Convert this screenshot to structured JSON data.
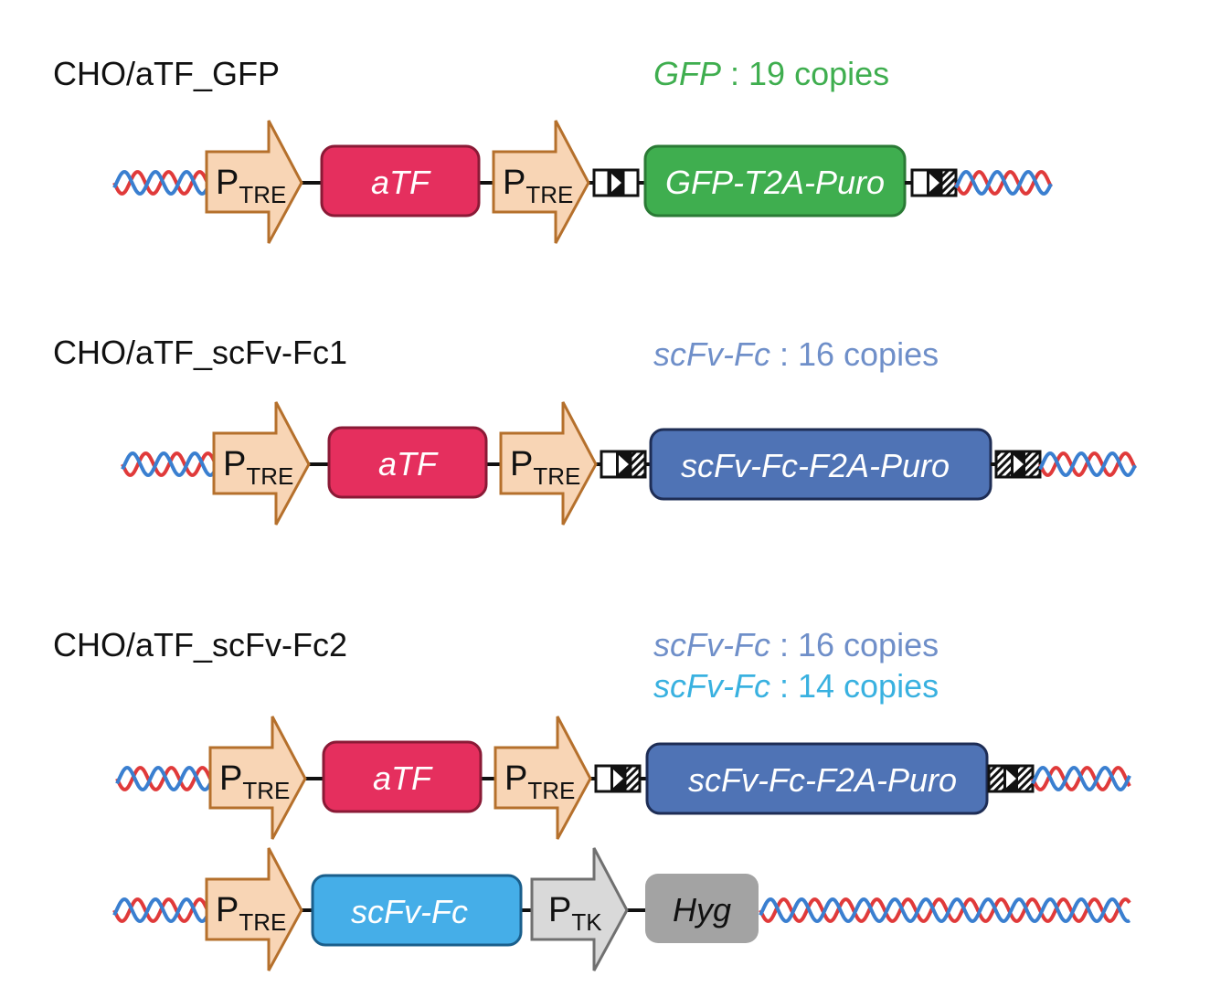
{
  "colors": {
    "strand_red": "#e03a3a",
    "strand_blue": "#3a7fd0",
    "promoter_fill": "#f8d5b5",
    "promoter_stroke": "#b5702c",
    "atf_fill": "#e52f5e",
    "atf_stroke": "#8a1a36",
    "gfp_fill": "#3fae4f",
    "gfp_stroke": "#2a7a35",
    "gfp_label": "#3fae4f",
    "scfv_dark_fill": "#4f73b5",
    "scfv_dark_stroke": "#1e2d55",
    "scfv_dark_label": "#6f8fc9",
    "scfv_light_fill": "#45aee8",
    "scfv_light_stroke": "#1a5f8c",
    "scfv_light_label": "#39b1e0",
    "ptk_fill": "#d9d9d9",
    "ptk_stroke": "#707070",
    "hyg_fill": "#a3a3a3"
  },
  "constructs": [
    {
      "title": "CHO/aTF_GFP",
      "copies": [
        {
          "gene": "GFP",
          "sep": " : ",
          "count": "19 copies"
        }
      ],
      "rows": [
        {
          "elements": [
            {
              "kind": "promoter",
              "main": "P",
              "sub": "TRE"
            },
            {
              "kind": "gene",
              "label": "aTF"
            },
            {
              "kind": "promoter",
              "main": "P",
              "sub": "TRE"
            },
            {
              "kind": "gene",
              "label": "GFP-T2A-Puro"
            }
          ]
        }
      ]
    },
    {
      "title": "CHO/aTF_scFv-Fc1",
      "copies": [
        {
          "gene": "scFv-Fc",
          "sep": " : ",
          "count": "16 copies"
        }
      ],
      "rows": [
        {
          "elements": [
            {
              "kind": "promoter",
              "main": "P",
              "sub": "TRE"
            },
            {
              "kind": "gene",
              "label": "aTF"
            },
            {
              "kind": "promoter",
              "main": "P",
              "sub": "TRE"
            },
            {
              "kind": "gene",
              "label": "scFv-Fc-F2A-Puro"
            }
          ]
        }
      ]
    },
    {
      "title": "CHO/aTF_scFv-Fc2",
      "copies": [
        {
          "gene": "scFv-Fc",
          "sep": " : ",
          "count": "16 copies"
        },
        {
          "gene": "scFv-Fc",
          "sep": " : ",
          "count": "14 copies"
        }
      ],
      "rows": [
        {
          "elements": [
            {
              "kind": "promoter",
              "main": "P",
              "sub": "TRE"
            },
            {
              "kind": "gene",
              "label": "aTF"
            },
            {
              "kind": "promoter",
              "main": "P",
              "sub": "TRE"
            },
            {
              "kind": "gene",
              "label": "scFv-Fc-F2A-Puro"
            }
          ]
        },
        {
          "elements": [
            {
              "kind": "promoter",
              "main": "P",
              "sub": "TRE"
            },
            {
              "kind": "gene",
              "label": "scFv-Fc"
            },
            {
              "kind": "promoter",
              "main": "P",
              "sub": "TK"
            },
            {
              "kind": "gene",
              "label": "Hyg"
            }
          ]
        }
      ]
    }
  ]
}
